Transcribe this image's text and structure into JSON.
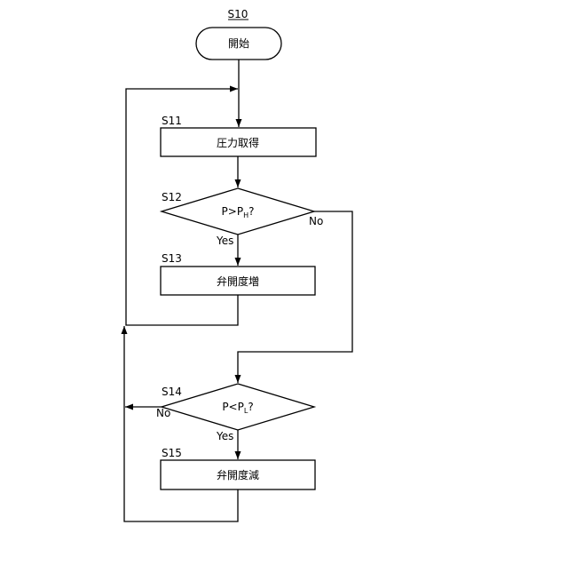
{
  "steps": {
    "s10": {
      "id": "S10",
      "text": "開始"
    },
    "s11": {
      "id": "S11",
      "text": "圧力取得"
    },
    "s12": {
      "id": "S12",
      "cond_left": "P>P",
      "cond_sub": "H",
      "cond_right": "?",
      "yes": "Yes",
      "no": "No"
    },
    "s13": {
      "id": "S13",
      "text": "弁開度増"
    },
    "s14": {
      "id": "S14",
      "cond_left": "P<P",
      "cond_sub": "L",
      "cond_right": "?",
      "yes": "Yes",
      "no": "No"
    },
    "s15": {
      "id": "S15",
      "text": "弁開度減"
    }
  }
}
